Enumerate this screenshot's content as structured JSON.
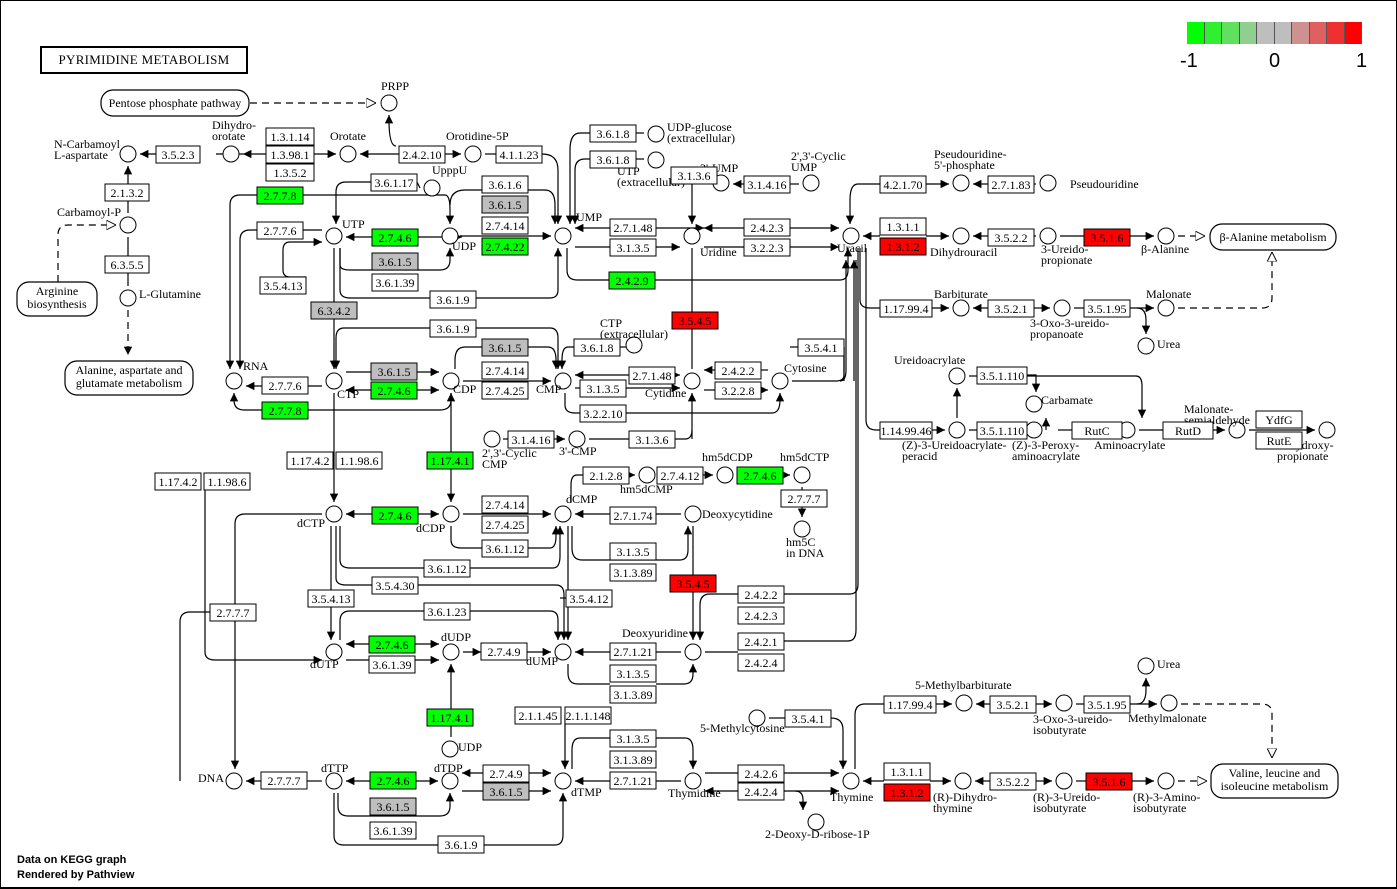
{
  "title": "PYRIMIDINE METABOLISM",
  "legend": {
    "colors": [
      "#00FF00",
      "#30EF30",
      "#60DF60",
      "#90CF90",
      "#BEBEBE",
      "#BEBEBE",
      "#CF9090",
      "#DF6060",
      "#EF3030",
      "#FF0000"
    ],
    "min_label": "-1",
    "mid_label": "0",
    "max_label": "1"
  },
  "footer": {
    "line1": "Data on KEGG graph",
    "line2": "Rendered by Pathview"
  },
  "colors": {
    "down": "#00FF00",
    "neutral": "#BEBEBE",
    "up": "#FF0000",
    "none": "#FFFFFF"
  },
  "maps": [
    {
      "id": "m1",
      "label": [
        "Pentose phosphate pathway"
      ]
    },
    {
      "id": "m2",
      "label": [
        "Arginine",
        "biosynthesis"
      ]
    },
    {
      "id": "m3",
      "label": [
        "Alanine, aspartate and",
        "glutamate metabolism"
      ]
    },
    {
      "id": "m4",
      "label": [
        "β-Alanine metabolism"
      ]
    },
    {
      "id": "m5",
      "label": [
        "Valine, leucine and",
        "isoleucine metabolism"
      ]
    }
  ],
  "enzymes": [
    {
      "id": "e1",
      "label": "3.5.2.3",
      "state": "none"
    },
    {
      "id": "e2",
      "label": "1.3.1.14",
      "state": "none"
    },
    {
      "id": "e3",
      "label": "1.3.98.1",
      "state": "none"
    },
    {
      "id": "e4",
      "label": "1.3.5.2",
      "state": "none"
    },
    {
      "id": "e5",
      "label": "2.4.2.10",
      "state": "none"
    },
    {
      "id": "e6",
      "label": "4.1.1.23",
      "state": "none"
    },
    {
      "id": "e7",
      "label": "2.1.3.2",
      "state": "none"
    },
    {
      "id": "e8",
      "label": "6.3.5.5",
      "state": "none"
    },
    {
      "id": "e9",
      "label": "2.7.7.8",
      "state": "down"
    },
    {
      "id": "e10",
      "label": "3.6.1.17",
      "state": "none"
    },
    {
      "id": "e11",
      "label": "2.7.7.6",
      "state": "none"
    },
    {
      "id": "e12",
      "label": "2.7.4.6",
      "state": "down"
    },
    {
      "id": "e13",
      "label": "3.6.1.5",
      "state": "neutral"
    },
    {
      "id": "e14",
      "label": "3.6.1.39",
      "state": "none"
    },
    {
      "id": "e15",
      "label": "3.5.4.13",
      "state": "none"
    },
    {
      "id": "e16",
      "label": "6.3.4.2",
      "state": "neutral"
    },
    {
      "id": "e17",
      "label": "3.6.1.9",
      "state": "none"
    },
    {
      "id": "e18",
      "label": "3.6.1.6",
      "state": "none"
    },
    {
      "id": "e19",
      "label": "3.6.1.5",
      "state": "neutral"
    },
    {
      "id": "e20",
      "label": "2.7.4.14",
      "state": "none"
    },
    {
      "id": "e21",
      "label": "2.7.4.22",
      "state": "down"
    },
    {
      "id": "e22",
      "label": "3.6.1.8",
      "state": "none"
    },
    {
      "id": "e23",
      "label": "3.6.1.8",
      "state": "none"
    },
    {
      "id": "e24",
      "label": "2.7.1.48",
      "state": "none"
    },
    {
      "id": "e25",
      "label": "3.1.3.5",
      "state": "none"
    },
    {
      "id": "e26",
      "label": "2.4.2.9",
      "state": "down"
    },
    {
      "id": "e27",
      "label": "3.1.3.6",
      "state": "none"
    },
    {
      "id": "e28",
      "label": "3.1.4.16",
      "state": "none"
    },
    {
      "id": "e29",
      "label": "2.4.2.3",
      "state": "none"
    },
    {
      "id": "e30",
      "label": "3.2.2.3",
      "state": "none"
    },
    {
      "id": "e31",
      "label": "3.5.4.5",
      "state": "up"
    },
    {
      "id": "e32",
      "label": "4.2.1.70",
      "state": "none"
    },
    {
      "id": "e33",
      "label": "2.7.1.83",
      "state": "none"
    },
    {
      "id": "e34",
      "label": "1.3.1.1",
      "state": "none"
    },
    {
      "id": "e35",
      "label": "1.3.1.2",
      "state": "up"
    },
    {
      "id": "e36",
      "label": "3.5.2.2",
      "state": "none"
    },
    {
      "id": "e37",
      "label": "3.5.1.6",
      "state": "up"
    },
    {
      "id": "e38",
      "label": "1.17.99.4",
      "state": "none"
    },
    {
      "id": "e39",
      "label": "3.5.2.1",
      "state": "none"
    },
    {
      "id": "e40",
      "label": "3.5.1.95",
      "state": "none"
    },
    {
      "id": "e41",
      "label": "3.5.1.110",
      "state": "none"
    },
    {
      "id": "e42",
      "label": "1.14.99.46",
      "state": "none"
    },
    {
      "id": "e43",
      "label": "3.5.1.110",
      "state": "none"
    },
    {
      "id": "e44",
      "label": "RutC",
      "state": "none"
    },
    {
      "id": "e45",
      "label": "RutD",
      "state": "none"
    },
    {
      "id": "e46",
      "label": "YdfG",
      "state": "none"
    },
    {
      "id": "e47",
      "label": "RutE",
      "state": "none"
    },
    {
      "id": "e48",
      "label": "3.6.1.9",
      "state": "none"
    },
    {
      "id": "e49",
      "label": "3.6.1.5",
      "state": "neutral"
    },
    {
      "id": "e50",
      "label": "3.6.1.5",
      "state": "neutral"
    },
    {
      "id": "e51",
      "label": "2.7.4.6",
      "state": "down"
    },
    {
      "id": "e52",
      "label": "2.7.7.6",
      "state": "none"
    },
    {
      "id": "e53",
      "label": "2.7.7.8",
      "state": "down"
    },
    {
      "id": "e54",
      "label": "2.7.4.14",
      "state": "none"
    },
    {
      "id": "e55",
      "label": "2.7.4.25",
      "state": "none"
    },
    {
      "id": "e56",
      "label": "3.6.1.8",
      "state": "none"
    },
    {
      "id": "e57",
      "label": "2.7.1.48",
      "state": "none"
    },
    {
      "id": "e58",
      "label": "3.1.3.5",
      "state": "none"
    },
    {
      "id": "e59",
      "label": "3.2.2.10",
      "state": "none"
    },
    {
      "id": "e60",
      "label": "2.4.2.2",
      "state": "none"
    },
    {
      "id": "e61",
      "label": "3.2.2.8",
      "state": "none"
    },
    {
      "id": "e62",
      "label": "3.5.4.1",
      "state": "none"
    },
    {
      "id": "e63",
      "label": "3.1.4.16",
      "state": "none"
    },
    {
      "id": "e64",
      "label": "3.1.3.6",
      "state": "none"
    },
    {
      "id": "e65",
      "label": "1.17.4.2",
      "state": "none"
    },
    {
      "id": "e66",
      "label": "1.1.98.6",
      "state": "none"
    },
    {
      "id": "e67",
      "label": "1.17.4.1",
      "state": "down"
    },
    {
      "id": "e68",
      "label": "1.17.4.2",
      "state": "none"
    },
    {
      "id": "e69",
      "label": "1.1.98.6",
      "state": "none"
    },
    {
      "id": "e70",
      "label": "2.1.2.8",
      "state": "none"
    },
    {
      "id": "e71",
      "label": "2.7.4.12",
      "state": "none"
    },
    {
      "id": "e72",
      "label": "2.7.4.6",
      "state": "down"
    },
    {
      "id": "e73",
      "label": "2.7.7.7",
      "state": "none"
    },
    {
      "id": "e74",
      "label": "2.7.4.6",
      "state": "down"
    },
    {
      "id": "e75",
      "label": "2.7.4.14",
      "state": "none"
    },
    {
      "id": "e76",
      "label": "2.7.4.25",
      "state": "none"
    },
    {
      "id": "e77",
      "label": "3.6.1.12",
      "state": "none"
    },
    {
      "id": "e78",
      "label": "3.6.1.12",
      "state": "none"
    },
    {
      "id": "e79",
      "label": "2.7.1.74",
      "state": "none"
    },
    {
      "id": "e80",
      "label": "3.1.3.5",
      "state": "none"
    },
    {
      "id": "e81",
      "label": "3.1.3.89",
      "state": "none"
    },
    {
      "id": "e82",
      "label": "3.5.4.30",
      "state": "none"
    },
    {
      "id": "e83",
      "label": "3.5.4.13",
      "state": "none"
    },
    {
      "id": "e84",
      "label": "2.7.7.7",
      "state": "none"
    },
    {
      "id": "e85",
      "label": "3.6.1.23",
      "state": "none"
    },
    {
      "id": "e86",
      "label": "3.5.4.12",
      "state": "none"
    },
    {
      "id": "e87",
      "label": "3.5.4.5",
      "state": "up"
    },
    {
      "id": "e88",
      "label": "2.4.2.2",
      "state": "none"
    },
    {
      "id": "e89",
      "label": "2.4.2.3",
      "state": "none"
    },
    {
      "id": "e90",
      "label": "2.7.4.6",
      "state": "down"
    },
    {
      "id": "e91",
      "label": "3.6.1.39",
      "state": "none"
    },
    {
      "id": "e92",
      "label": "2.7.4.9",
      "state": "none"
    },
    {
      "id": "e93",
      "label": "2.7.1.21",
      "state": "none"
    },
    {
      "id": "e94",
      "label": "2.4.2.1",
      "state": "none"
    },
    {
      "id": "e95",
      "label": "2.4.2.4",
      "state": "none"
    },
    {
      "id": "e96",
      "label": "3.1.3.5",
      "state": "none"
    },
    {
      "id": "e97",
      "label": "3.1.3.89",
      "state": "none"
    },
    {
      "id": "e98",
      "label": "1.17.4.1",
      "state": "down"
    },
    {
      "id": "e99",
      "label": "2.1.1.45",
      "state": "none"
    },
    {
      "id": "e100",
      "label": "2.1.1.148",
      "state": "none"
    },
    {
      "id": "e101",
      "label": "3.1.3.5",
      "state": "none"
    },
    {
      "id": "e102",
      "label": "3.1.3.89",
      "state": "none"
    },
    {
      "id": "e103",
      "label": "2.7.7.7",
      "state": "none"
    },
    {
      "id": "e104",
      "label": "2.7.4.6",
      "state": "down"
    },
    {
      "id": "e105",
      "label": "2.7.4.9",
      "state": "none"
    },
    {
      "id": "e106",
      "label": "3.6.1.5",
      "state": "neutral"
    },
    {
      "id": "e107",
      "label": "3.6.1.5",
      "state": "neutral"
    },
    {
      "id": "e108",
      "label": "3.6.1.39",
      "state": "none"
    },
    {
      "id": "e109",
      "label": "3.6.1.9",
      "state": "none"
    },
    {
      "id": "e110",
      "label": "2.7.1.21",
      "state": "none"
    },
    {
      "id": "e111",
      "label": "2.4.2.6",
      "state": "none"
    },
    {
      "id": "e112",
      "label": "2.4.2.4",
      "state": "none"
    },
    {
      "id": "e113",
      "label": "3.5.4.1",
      "state": "none"
    },
    {
      "id": "e114",
      "label": "1.17.99.4",
      "state": "none"
    },
    {
      "id": "e115",
      "label": "3.5.2.1",
      "state": "none"
    },
    {
      "id": "e116",
      "label": "3.5.1.95",
      "state": "none"
    },
    {
      "id": "e117",
      "label": "1.3.1.1",
      "state": "none"
    },
    {
      "id": "e118",
      "label": "1.3.1.2",
      "state": "up"
    },
    {
      "id": "e119",
      "label": "3.5.2.2",
      "state": "none"
    },
    {
      "id": "e120",
      "label": "3.5.1.6",
      "state": "up"
    }
  ],
  "compounds": [
    {
      "id": "c1",
      "label": [
        "N-Carbamoyl",
        "L-aspartate"
      ]
    },
    {
      "id": "c2",
      "label": [
        "Dihydro-",
        "orotate"
      ]
    },
    {
      "id": "c3",
      "label": [
        "Orotate"
      ]
    },
    {
      "id": "c4",
      "label": [
        "PRPP"
      ]
    },
    {
      "id": "c5",
      "label": [
        "Orotidine-5P"
      ]
    },
    {
      "id": "c6",
      "label": [
        "Carbamoyl-P"
      ]
    },
    {
      "id": "c7",
      "label": [
        "L-Glutamine"
      ]
    },
    {
      "id": "c8",
      "label": [
        "UpppU"
      ]
    },
    {
      "id": "c9",
      "label": [
        "UTP"
      ]
    },
    {
      "id": "c10",
      "label": [
        "UDP"
      ]
    },
    {
      "id": "c11",
      "label": [
        "UMP"
      ]
    },
    {
      "id": "c12",
      "label": [
        "UDP-glucose",
        "(extracellular)"
      ]
    },
    {
      "id": "c13",
      "label": [
        "UTP",
        "(extracellular)"
      ]
    },
    {
      "id": "c14",
      "label": [
        "3'-UMP"
      ]
    },
    {
      "id": "c15",
      "label": [
        "2',3'-Cyclic",
        "UMP"
      ]
    },
    {
      "id": "c16",
      "label": [
        "Uridine"
      ]
    },
    {
      "id": "c17",
      "label": [
        "Uracil"
      ]
    },
    {
      "id": "c18",
      "label": [
        "Pseudouridine-",
        "5'-phosphate"
      ]
    },
    {
      "id": "c19",
      "label": [
        "Pseudouridine"
      ]
    },
    {
      "id": "c20",
      "label": [
        "Dihydrouracil"
      ]
    },
    {
      "id": "c21",
      "label": [
        "3-Ureido-",
        "propionate"
      ]
    },
    {
      "id": "c22",
      "label": [
        "β-Alanine"
      ]
    },
    {
      "id": "c23",
      "label": [
        "Barbiturate"
      ]
    },
    {
      "id": "c24",
      "label": [
        "3-Oxo-3-ureido-",
        "propanoate"
      ]
    },
    {
      "id": "c25",
      "label": [
        "Malonate"
      ]
    },
    {
      "id": "c26",
      "label": [
        "Urea"
      ]
    },
    {
      "id": "c27",
      "label": [
        "Ureidoacrylate"
      ]
    },
    {
      "id": "c28",
      "label": [
        "Carbamate"
      ]
    },
    {
      "id": "c29",
      "label": [
        "(Z)-3-Ureidoacrylate-",
        "peracid"
      ]
    },
    {
      "id": "c30",
      "label": [
        "(Z)-3-Peroxy-",
        "aminoacrylate"
      ]
    },
    {
      "id": "c31",
      "label": [
        "Aminoacrylate"
      ]
    },
    {
      "id": "c32",
      "label": [
        "Malonate-",
        "semialdehyde"
      ]
    },
    {
      "id": "c33",
      "label": [
        "3-Hydroxy-",
        "propionate"
      ]
    },
    {
      "id": "c34",
      "label": [
        "RNA"
      ]
    },
    {
      "id": "c35",
      "label": [
        "CTP"
      ]
    },
    {
      "id": "c36",
      "label": [
        "CDP"
      ]
    },
    {
      "id": "c37",
      "label": [
        "CMP"
      ]
    },
    {
      "id": "c38",
      "label": [
        "CTP",
        "(extracellular)"
      ]
    },
    {
      "id": "c39",
      "label": [
        "Cytidine"
      ]
    },
    {
      "id": "c40",
      "label": [
        "Cytosine"
      ]
    },
    {
      "id": "c41",
      "label": [
        "2',3'-Cyclic",
        "CMP"
      ]
    },
    {
      "id": "c42",
      "label": [
        "3'-CMP"
      ]
    },
    {
      "id": "c43",
      "label": [
        "hm5dCMP"
      ]
    },
    {
      "id": "c44",
      "label": [
        "hm5dCDP"
      ]
    },
    {
      "id": "c45",
      "label": [
        "hm5dCTP"
      ]
    },
    {
      "id": "c46",
      "label": [
        "hm5C",
        "in DNA"
      ]
    },
    {
      "id": "c47",
      "label": [
        "dCTP"
      ]
    },
    {
      "id": "c48",
      "label": [
        "dCDP"
      ]
    },
    {
      "id": "c49",
      "label": [
        "dCMP"
      ]
    },
    {
      "id": "c50",
      "label": [
        "Deoxycytidine"
      ]
    },
    {
      "id": "c51",
      "label": [
        "dUTP"
      ]
    },
    {
      "id": "c52",
      "label": [
        "dUDP"
      ]
    },
    {
      "id": "c53",
      "label": [
        "dUMP"
      ]
    },
    {
      "id": "c54",
      "label": [
        "Deoxyuridine"
      ]
    },
    {
      "id": "c55",
      "label": [
        "UDP"
      ]
    },
    {
      "id": "c56",
      "label": [
        "DNA"
      ]
    },
    {
      "id": "c57",
      "label": [
        "dTTP"
      ]
    },
    {
      "id": "c58",
      "label": [
        "dTDP"
      ]
    },
    {
      "id": "c59",
      "label": [
        "dTMP"
      ]
    },
    {
      "id": "c60",
      "label": [
        "Thymidine"
      ]
    },
    {
      "id": "c61",
      "label": [
        "5-Methylcytosine"
      ]
    },
    {
      "id": "c62",
      "label": [
        "Thymine"
      ]
    },
    {
      "id": "c63",
      "label": [
        "2-Deoxy-D-ribose-1P"
      ]
    },
    {
      "id": "c64",
      "label": [
        "5-Methylbarbiturate"
      ]
    },
    {
      "id": "c65",
      "label": [
        "3-Oxo-3-ureido-",
        "isobutyrate"
      ]
    },
    {
      "id": "c66",
      "label": [
        "Urea"
      ]
    },
    {
      "id": "c67",
      "label": [
        "Methylmalonate"
      ]
    },
    {
      "id": "c68",
      "label": [
        "(R)-Dihydro-",
        "thymine"
      ]
    },
    {
      "id": "c69",
      "label": [
        "(R)-3-Ureido-",
        "isobutyrate"
      ]
    },
    {
      "id": "c70",
      "label": [
        "(R)-3-Amino-",
        "isobutyrate"
      ]
    }
  ]
}
